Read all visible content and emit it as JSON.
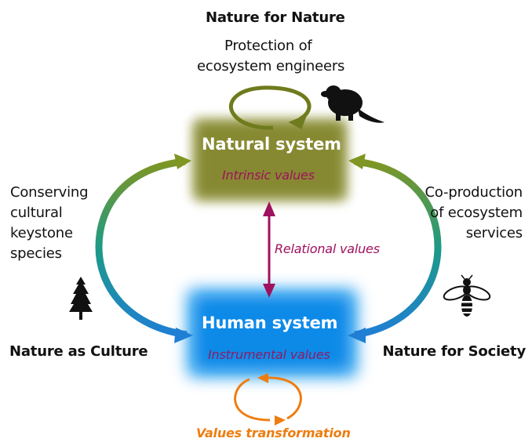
{
  "top": {
    "title": "Nature for Nature",
    "desc_line1": "Protection of",
    "desc_line2": "ecosystem engineers"
  },
  "left": {
    "desc_lines": [
      "Conserving",
      "cultural",
      "keystone",
      "species"
    ],
    "title": "Nature as Culture"
  },
  "right": {
    "desc_lines": [
      "Co-production",
      "of ecosystem",
      "services"
    ],
    "title": "Nature for Society"
  },
  "natural_system": {
    "label": "Natural system",
    "values": "Intrinsic values",
    "color": "#8a8d2e"
  },
  "human_system": {
    "label": "Human system",
    "values": "Instrumental values",
    "color": "#1590e6"
  },
  "relational": {
    "label": "Relational values",
    "color": "#a0115e"
  },
  "bottom": {
    "label": "Values transformation",
    "color": "#ee7d10"
  },
  "arrow_gradient": {
    "top_color": "#7f9623",
    "mid_color": "#1d9a86",
    "bottom_color": "#1f7fd4"
  },
  "loop_color": "#6f7b1c",
  "icons": [
    "beaver-icon",
    "tree-icon",
    "bee-icon"
  ]
}
